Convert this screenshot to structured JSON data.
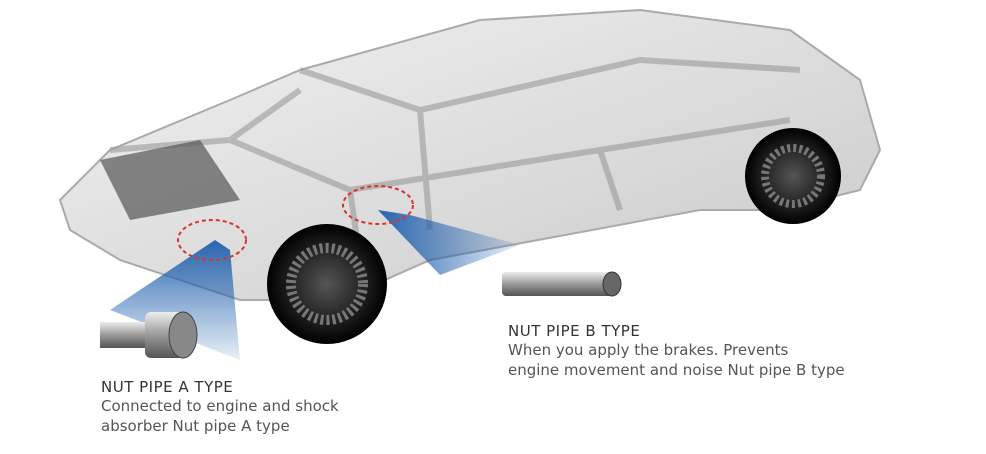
{
  "parts": [
    {
      "title": "NUT PIPE A TYPE",
      "description_lines": [
        "Connected to engine and shock",
        "absorber Nut pipe A type"
      ]
    },
    {
      "title": "NUT PIPE B TYPE",
      "description_lines": [
        "When you apply the brakes. Prevents",
        "engine movement and noise Nut pipe B type"
      ]
    }
  ],
  "colors": {
    "highlight_beam": "#1f5fae",
    "marker_circle": "#d9342b",
    "text": "#444444"
  }
}
